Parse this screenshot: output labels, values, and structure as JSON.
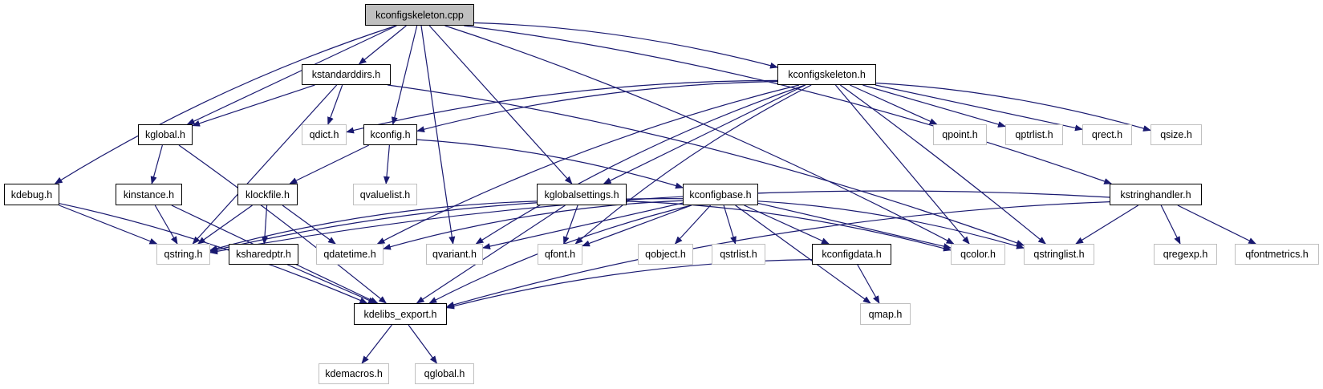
{
  "title": "kconfigskeleton.cpp include dependency graph",
  "colors": {
    "edge": "#191970",
    "root_fill": "#bfbfbf",
    "documented_border": "#000000",
    "external_border": "#c0c0c0"
  },
  "nodes": [
    {
      "id": "cpp",
      "label": "kconfigskeleton.cpp",
      "kind": "root"
    },
    {
      "id": "kstandarddirs",
      "label": "kstandarddirs.h",
      "kind": "documented"
    },
    {
      "id": "kconfigskeleton_h",
      "label": "kconfigskeleton.h",
      "kind": "documented"
    },
    {
      "id": "kglobal",
      "label": "kglobal.h",
      "kind": "documented"
    },
    {
      "id": "qdict",
      "label": "qdict.h",
      "kind": "external"
    },
    {
      "id": "kconfig",
      "label": "kconfig.h",
      "kind": "documented"
    },
    {
      "id": "qpoint",
      "label": "qpoint.h",
      "kind": "external"
    },
    {
      "id": "qptrlist",
      "label": "qptrlist.h",
      "kind": "external"
    },
    {
      "id": "qrect",
      "label": "qrect.h",
      "kind": "external"
    },
    {
      "id": "qsize",
      "label": "qsize.h",
      "kind": "external"
    },
    {
      "id": "kdebug",
      "label": "kdebug.h",
      "kind": "documented"
    },
    {
      "id": "kinstance",
      "label": "kinstance.h",
      "kind": "documented"
    },
    {
      "id": "klockfile",
      "label": "klockfile.h",
      "kind": "documented"
    },
    {
      "id": "qvaluelist",
      "label": "qvaluelist.h",
      "kind": "external"
    },
    {
      "id": "kglobalsettings",
      "label": "kglobalsettings.h",
      "kind": "documented"
    },
    {
      "id": "kconfigbase",
      "label": "kconfigbase.h",
      "kind": "documented"
    },
    {
      "id": "kstringhandler",
      "label": "kstringhandler.h",
      "kind": "documented"
    },
    {
      "id": "qstring",
      "label": "qstring.h",
      "kind": "external"
    },
    {
      "id": "ksharedptr",
      "label": "ksharedptr.h",
      "kind": "documented"
    },
    {
      "id": "qdatetime",
      "label": "qdatetime.h",
      "kind": "external"
    },
    {
      "id": "qvariant",
      "label": "qvariant.h",
      "kind": "external"
    },
    {
      "id": "qfont",
      "label": "qfont.h",
      "kind": "external"
    },
    {
      "id": "qobject",
      "label": "qobject.h",
      "kind": "external"
    },
    {
      "id": "qstrlist",
      "label": "qstrlist.h",
      "kind": "external"
    },
    {
      "id": "kconfigdata",
      "label": "kconfigdata.h",
      "kind": "documented"
    },
    {
      "id": "qcolor",
      "label": "qcolor.h",
      "kind": "external"
    },
    {
      "id": "qstringlist",
      "label": "qstringlist.h",
      "kind": "external"
    },
    {
      "id": "qregexp",
      "label": "qregexp.h",
      "kind": "external"
    },
    {
      "id": "qfontmetrics",
      "label": "qfontmetrics.h",
      "kind": "external"
    },
    {
      "id": "kdelibs_export",
      "label": "kdelibs_export.h",
      "kind": "documented"
    },
    {
      "id": "qmap",
      "label": "qmap.h",
      "kind": "external"
    },
    {
      "id": "kdemacros",
      "label": "kdemacros.h",
      "kind": "external"
    },
    {
      "id": "qglobal",
      "label": "qglobal.h",
      "kind": "external"
    }
  ],
  "edges": [
    [
      "cpp",
      "kstandarddirs"
    ],
    [
      "cpp",
      "kconfigskeleton_h"
    ],
    [
      "cpp",
      "kglobal"
    ],
    [
      "cpp",
      "kdebug"
    ],
    [
      "cpp",
      "kconfig"
    ],
    [
      "cpp",
      "qvariant"
    ],
    [
      "cpp",
      "kglobalsettings"
    ],
    [
      "cpp",
      "qcolor"
    ],
    [
      "cpp",
      "kstringhandler"
    ],
    [
      "kstandarddirs",
      "kglobal"
    ],
    [
      "kstandarddirs",
      "qdict"
    ],
    [
      "kstandarddirs",
      "qstring"
    ],
    [
      "kstandarddirs",
      "qstringlist"
    ],
    [
      "kconfigskeleton_h",
      "qdict"
    ],
    [
      "kconfigskeleton_h",
      "kconfig"
    ],
    [
      "kconfigskeleton_h",
      "qpoint"
    ],
    [
      "kconfigskeleton_h",
      "qptrlist"
    ],
    [
      "kconfigskeleton_h",
      "qrect"
    ],
    [
      "kconfigskeleton_h",
      "qsize"
    ],
    [
      "kconfigskeleton_h",
      "kglobalsettings"
    ],
    [
      "kconfigskeleton_h",
      "qdatetime"
    ],
    [
      "kconfigskeleton_h",
      "qvariant"
    ],
    [
      "kconfigskeleton_h",
      "qfont"
    ],
    [
      "kconfigskeleton_h",
      "qcolor"
    ],
    [
      "kconfigskeleton_h",
      "qstringlist"
    ],
    [
      "kglobal",
      "kinstance"
    ],
    [
      "kglobal",
      "kdelibs_export"
    ],
    [
      "kconfig",
      "klockfile"
    ],
    [
      "kconfig",
      "qvaluelist"
    ],
    [
      "kconfig",
      "kconfigbase"
    ],
    [
      "kdebug",
      "qstring"
    ],
    [
      "kdebug",
      "kdelibs_export"
    ],
    [
      "kinstance",
      "qstring"
    ],
    [
      "kinstance",
      "kdelibs_export"
    ],
    [
      "klockfile",
      "qstring"
    ],
    [
      "klockfile",
      "ksharedptr"
    ],
    [
      "klockfile",
      "qdatetime"
    ],
    [
      "kglobalsettings",
      "qstring"
    ],
    [
      "kglobalsettings",
      "qfont"
    ],
    [
      "kglobalsettings",
      "kdelibs_export"
    ],
    [
      "kglobalsettings",
      "qcolor"
    ],
    [
      "kconfigbase",
      "qstring"
    ],
    [
      "kconfigbase",
      "qdatetime"
    ],
    [
      "kconfigbase",
      "qvariant"
    ],
    [
      "kconfigbase",
      "qfont"
    ],
    [
      "kconfigbase",
      "qobject"
    ],
    [
      "kconfigbase",
      "qstrlist"
    ],
    [
      "kconfigbase",
      "kconfigdata"
    ],
    [
      "kconfigbase",
      "qcolor"
    ],
    [
      "kconfigbase",
      "qstringlist"
    ],
    [
      "kconfigbase",
      "kdelibs_export"
    ],
    [
      "kconfigbase",
      "qmap"
    ],
    [
      "kconfigdata",
      "qmap"
    ],
    [
      "kconfigdata",
      "kdelibs_export"
    ],
    [
      "kstringhandler",
      "qstring"
    ],
    [
      "kstringhandler",
      "qstringlist"
    ],
    [
      "kstringhandler",
      "qregexp"
    ],
    [
      "kstringhandler",
      "qfontmetrics"
    ],
    [
      "kstringhandler",
      "kdelibs_export"
    ],
    [
      "ksharedptr",
      "kdelibs_export"
    ],
    [
      "kdelibs_export",
      "kdemacros"
    ],
    [
      "kdelibs_export",
      "qglobal"
    ]
  ]
}
